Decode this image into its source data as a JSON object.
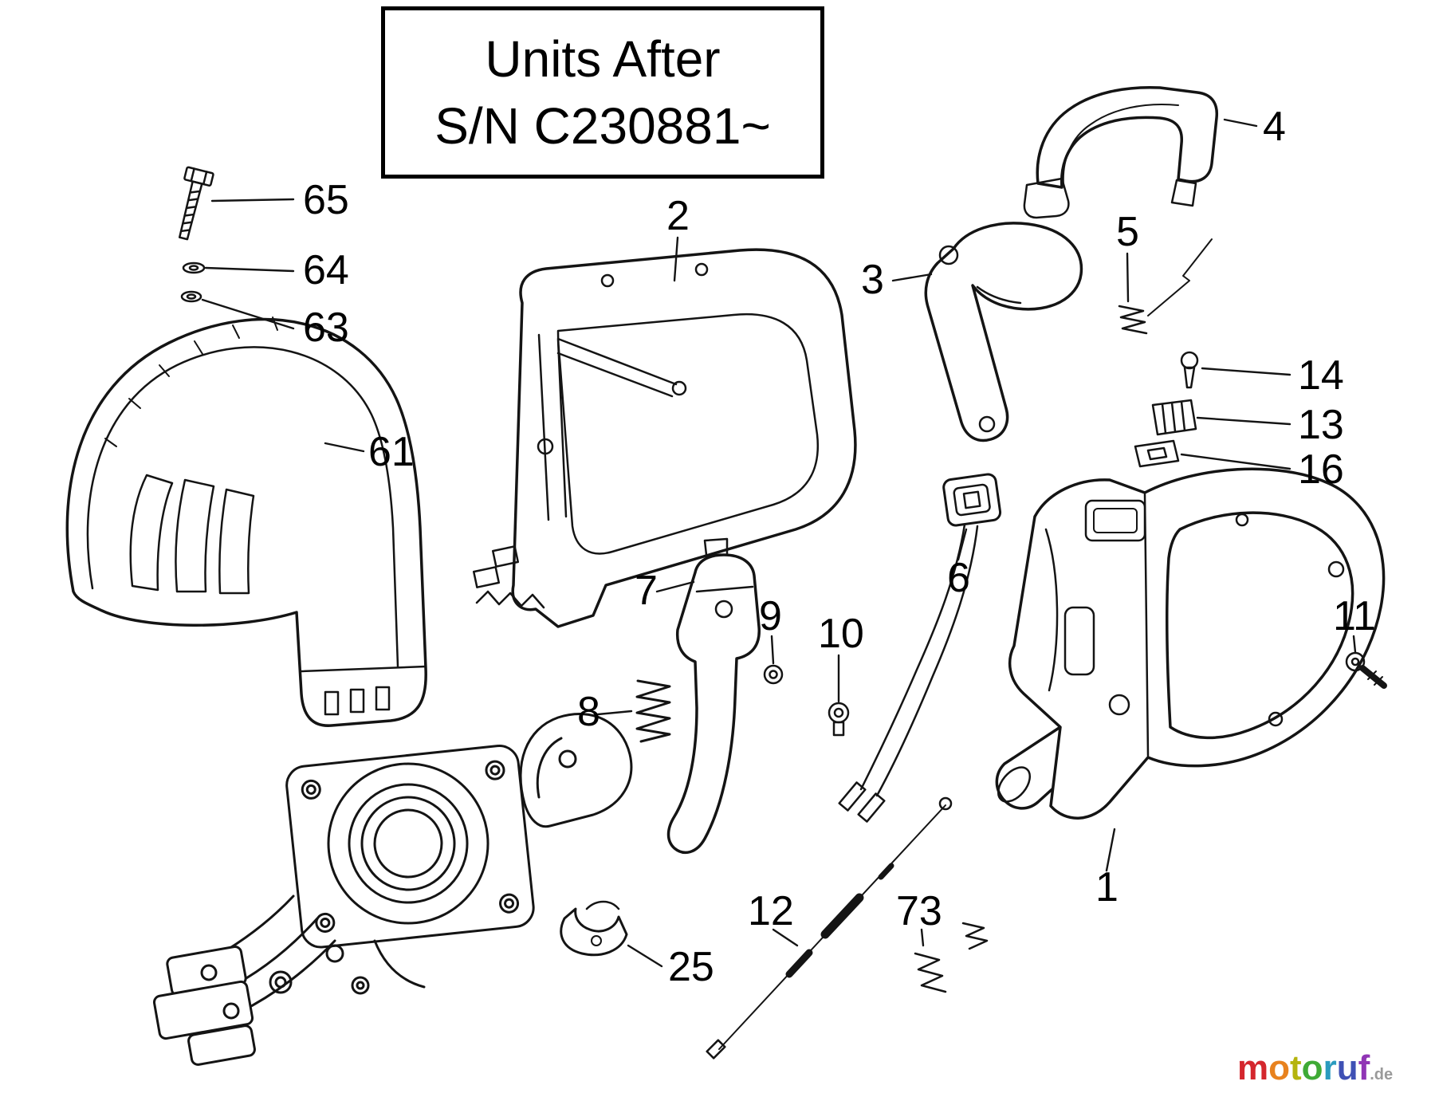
{
  "title": {
    "line1": "Units After",
    "line2": "S/N C230881~"
  },
  "labels": {
    "p1": "1",
    "p2": "2",
    "p3": "3",
    "p4": "4",
    "p5": "5",
    "p6": "6",
    "p7": "7",
    "p8": "8",
    "p9": "9",
    "p10": "10",
    "p11": "11",
    "p12": "12",
    "p13": "13",
    "p14": "14",
    "p16": "16",
    "p25": "25",
    "p61": "61",
    "p63": "63",
    "p64": "64",
    "p65": "65",
    "p73": "73"
  },
  "logo": {
    "letters": [
      {
        "char": "m",
        "color": "#d4272e"
      },
      {
        "char": "o",
        "color": "#e8821e"
      },
      {
        "char": "t",
        "color": "#b5b40e"
      },
      {
        "char": "o",
        "color": "#3faa35"
      },
      {
        "char": "r",
        "color": "#2a9bbf"
      },
      {
        "char": "u",
        "color": "#3f51b5"
      },
      {
        "char": "f",
        "color": "#9035b5"
      },
      {
        "char": ".de",
        "color": "#9a9a9a"
      }
    ]
  },
  "diagram_colors": {
    "line": "#141414",
    "background": "#ffffff"
  }
}
